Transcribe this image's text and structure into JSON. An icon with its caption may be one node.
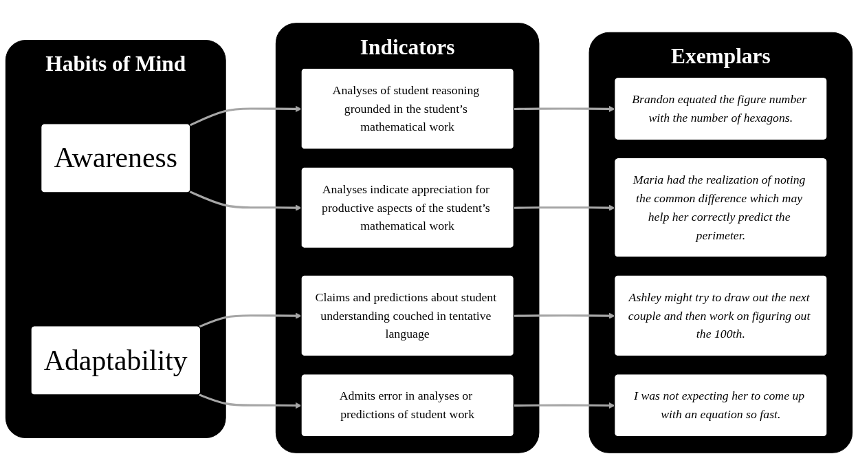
{
  "diagram": {
    "nodes": [
      {
        "text": [
          "Habits of Mind"
        ]
      },
      {
        "text": [
          "Awareness"
        ],
        "in": 0
      },
      {
        "text": [
          "Adaptability"
        ],
        "in": 0
      },
      {
        "text": [
          "Indicators"
        ]
      },
      {
        "text": [
          "Analyses of student reasoning grounded in the student’s mathematical work"
        ],
        "in": 3
      },
      {
        "text": [
          "Analyses indicate appreciation for productive aspects of the student’s mathematical work"
        ],
        "in": 3
      },
      {
        "text": [
          "Claims and predictions about student understanding couched in tentative language"
        ],
        "in": 3
      },
      {
        "text": [
          "Admits error in analyses or predictions of student work"
        ],
        "in": 3
      },
      {
        "text": [
          "Exemplars"
        ]
      },
      {
        "text": [
          "Brandon equated the figure number with the number of hexagons."
        ],
        "in": 8
      },
      {
        "text": [
          "Maria had the realization of noting the common difference which may help her correctly predict the perimeter."
        ],
        "in": 8
      },
      {
        "text": [
          "Ashley might try to draw out the next couple and then work on figuring out the 100th."
        ],
        "in": 8
      },
      {
        "text": [
          "I was not expecting her to come up with an equation so fast."
        ],
        "in": 8
      }
    ],
    "edges": [
      {
        "from": 1,
        "to": 4,
        "arrow": "to"
      },
      {
        "from": 1,
        "to": 5,
        "arrow": "to"
      },
      {
        "from": 2,
        "to": 6,
        "arrow": "to"
      },
      {
        "from": 2,
        "to": 7,
        "arrow": "to"
      },
      {
        "from": 4,
        "to": 9,
        "arrow": "to"
      },
      {
        "from": 5,
        "to": 10,
        "arrow": "to"
      },
      {
        "from": 6,
        "to": 11,
        "arrow": "to"
      },
      {
        "from": 7,
        "to": 12,
        "arrow": "to"
      }
    ]
  }
}
